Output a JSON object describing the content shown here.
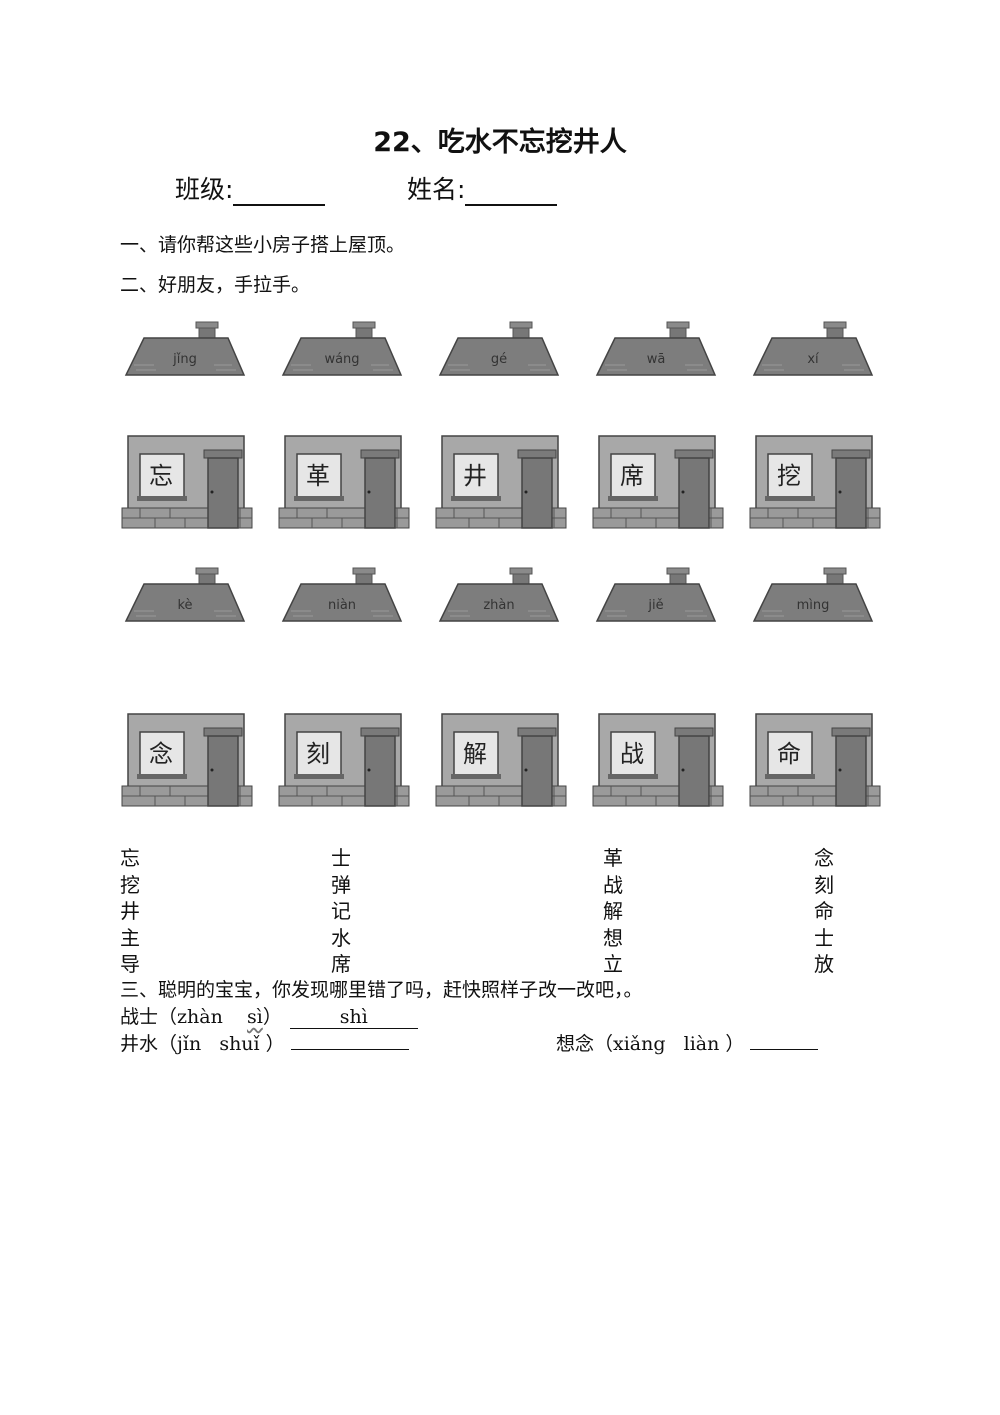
{
  "title": "22、吃水不忘挖井人",
  "info": {
    "class_label": "班级:",
    "name_label": "姓名:"
  },
  "section1": "一、请你帮这些小房子搭上屋顶。",
  "section2": "二、好朋友，手拉手。",
  "roofs_row1": [
    {
      "pinyin": "jǐng"
    },
    {
      "pinyin": "wáng"
    },
    {
      "pinyin": "gé"
    },
    {
      "pinyin": "wā"
    },
    {
      "pinyin": "xí"
    }
  ],
  "houses_row1": [
    {
      "char": "忘"
    },
    {
      "char": "革"
    },
    {
      "char": "井"
    },
    {
      "char": "席"
    },
    {
      "char": "挖"
    }
  ],
  "roofs_row2": [
    {
      "pinyin": "kè"
    },
    {
      "pinyin": "niàn"
    },
    {
      "pinyin": "zhàn"
    },
    {
      "pinyin": "jiě"
    },
    {
      "pinyin": "mìng"
    }
  ],
  "houses_row2": [
    {
      "char": "念"
    },
    {
      "char": "刻"
    },
    {
      "char": "解"
    },
    {
      "char": "战"
    },
    {
      "char": "命"
    }
  ],
  "matching": {
    "col1": [
      "忘",
      "挖",
      "井",
      "主",
      "导"
    ],
    "col2": [
      "士",
      "弹",
      "记",
      "水",
      "席"
    ],
    "col3": [
      "革",
      "战",
      "解",
      "想",
      "立"
    ],
    "col4": [
      "念",
      "刻",
      "命",
      "士",
      "放"
    ]
  },
  "section3": "三、聪明的宝宝，你发现哪里错了吗，赶快照样子改一改吧，。",
  "example": {
    "word": "战士（zhàn",
    "wrong": "sì",
    "close": "）",
    "answer": "shì"
  },
  "items": [
    {
      "word": "井水（jǐn   shuǐ ）"
    },
    {
      "word": "想念（xiǎng   liàn ）"
    }
  ]
}
